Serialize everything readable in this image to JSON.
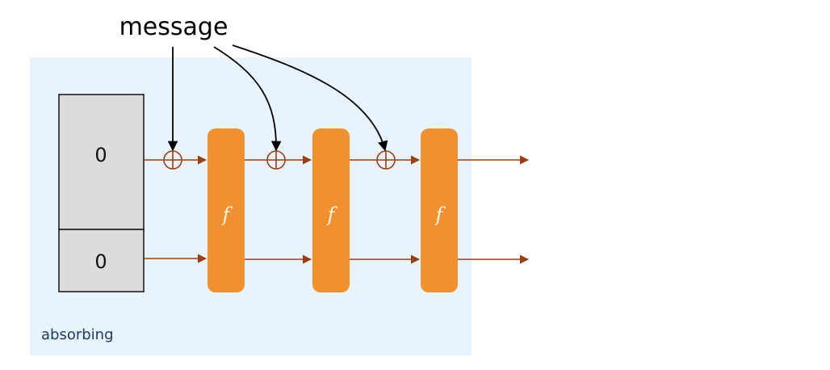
{
  "diagram": {
    "message_label": "message",
    "phase_label": "absorbing",
    "state": {
      "rate_value": "0",
      "capacity_value": "0"
    },
    "permutations": [
      {
        "label": "f"
      },
      {
        "label": "f"
      },
      {
        "label": "f"
      }
    ],
    "xor_symbol_count": 3
  },
  "colors": {
    "phase_background": "#e8f3fc",
    "state_fill": "#dcdcde",
    "state_border": "#111111",
    "permutation_fill": "#f0902f",
    "wire": "#9a3f12",
    "message_arrow": "#000000",
    "phase_text": "#1c3a66"
  }
}
